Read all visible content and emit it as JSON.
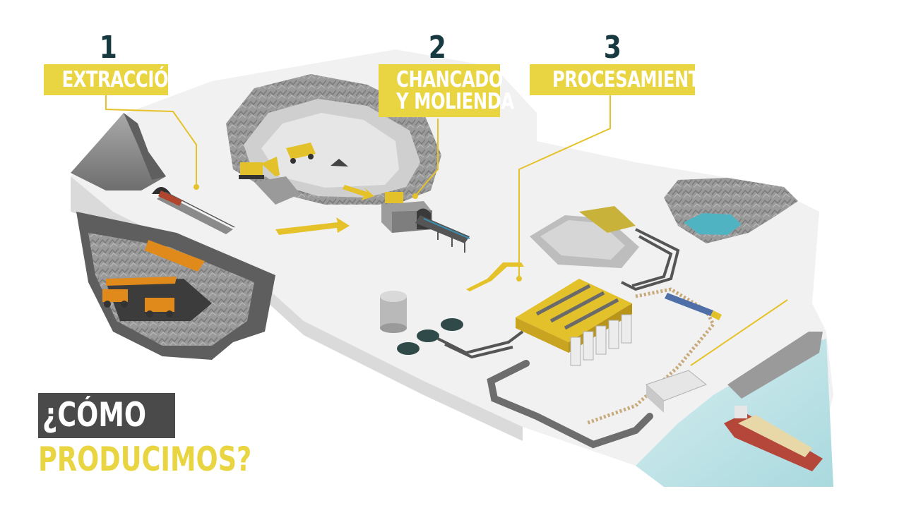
{
  "steps": [
    {
      "number": "1",
      "label_lines": [
        "EXTRACCIÓN"
      ]
    },
    {
      "number": "2",
      "label_lines": [
        "CHANCADO",
        "Y MOLIENDA"
      ]
    },
    {
      "number": "3",
      "label_lines": [
        "PROCESAMIENTO"
      ]
    }
  ],
  "question": {
    "line1": "¿CÓMO",
    "line2": "PRODUCIMOS?"
  },
  "colors": {
    "accent_yellow": "#e9d541",
    "number_dark": "#173a40",
    "question_box": "#4a4a4a",
    "terrain_white": "#f1f1f1",
    "rock_gray": "#8c8c8c",
    "water": "#bfe3e6",
    "lagoon": "#4fb3c2",
    "road": "#6d6d6d",
    "arrow": "#e5c22a"
  },
  "icons": {
    "mountain": "mountain-icon",
    "train": "train-icon",
    "excavator": "excavator-icon",
    "dump_truck": "dump-truck-icon",
    "crusher": "crusher-icon",
    "silo": "silo-icon",
    "warehouse": "warehouse-icon",
    "ship": "ship-icon"
  }
}
